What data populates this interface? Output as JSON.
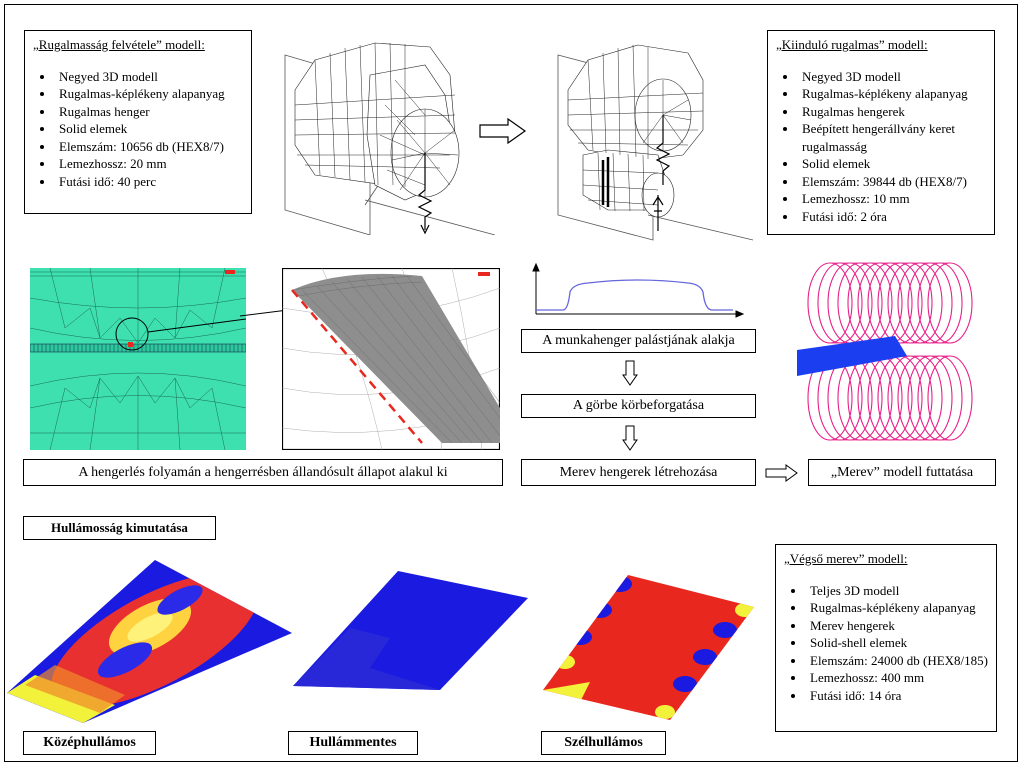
{
  "left_model": {
    "title": "„Rugalmasság felvétele” modell:",
    "items": [
      "Negyed 3D modell",
      "Rugalmas-képlékeny alapanyag",
      "Rugalmas henger",
      "Solid elemek",
      "Elemszám: 10656 db (HEX8/7)",
      "Lemezhossz: 20 mm",
      "Futási idő: 40 perc"
    ]
  },
  "right_model": {
    "title": "„Kiinduló rugalmas” modell:",
    "items": [
      "Negyed 3D modell",
      "Rugalmas-képlékeny alapanyag",
      "Rugalmas hengerek",
      "Beépített hengerállvány keret rugalmasság",
      "Solid elemek",
      "Elemszám: 39844 db (HEX8/7)",
      "Lemezhossz: 10 mm",
      "Futási idő: 2 óra"
    ]
  },
  "final_model": {
    "title": "„Végső merev” modell:",
    "items": [
      "Teljes 3D modell",
      "Rugalmas-képlékeny alapanyag",
      "Merev hengerek",
      "Solid-shell elemek",
      "Elemszám: 24000 db (HEX8/185)",
      "Lemezhossz: 400 mm",
      "Futási idő: 14 óra"
    ]
  },
  "flow": {
    "steady_state": "A hengerlés folyamán a hengerrésben állandósult állapot alakul ki",
    "roll_shape": "A munkahenger palástjának alakja",
    "rotate_curve": "A görbe körbeforgatása",
    "rigid_rolls": "Merev hengerek létrehozása",
    "rigid_run": "„Merev” modell futtatása"
  },
  "waviness": {
    "heading": "Hullámosság kimutatása",
    "center_wave": "Középhullámos",
    "no_wave": "Hullámmentes",
    "edge_wave": "Szélhullámos"
  },
  "colors": {
    "mesh_green": "#3ee0b0",
    "curve_blue": "#6666dd",
    "mesh_pink": "#e81f8a",
    "strip_blue": "#1a3ef0",
    "wave_red": "#e8281e",
    "wave_yellow": "#f2f23a"
  }
}
